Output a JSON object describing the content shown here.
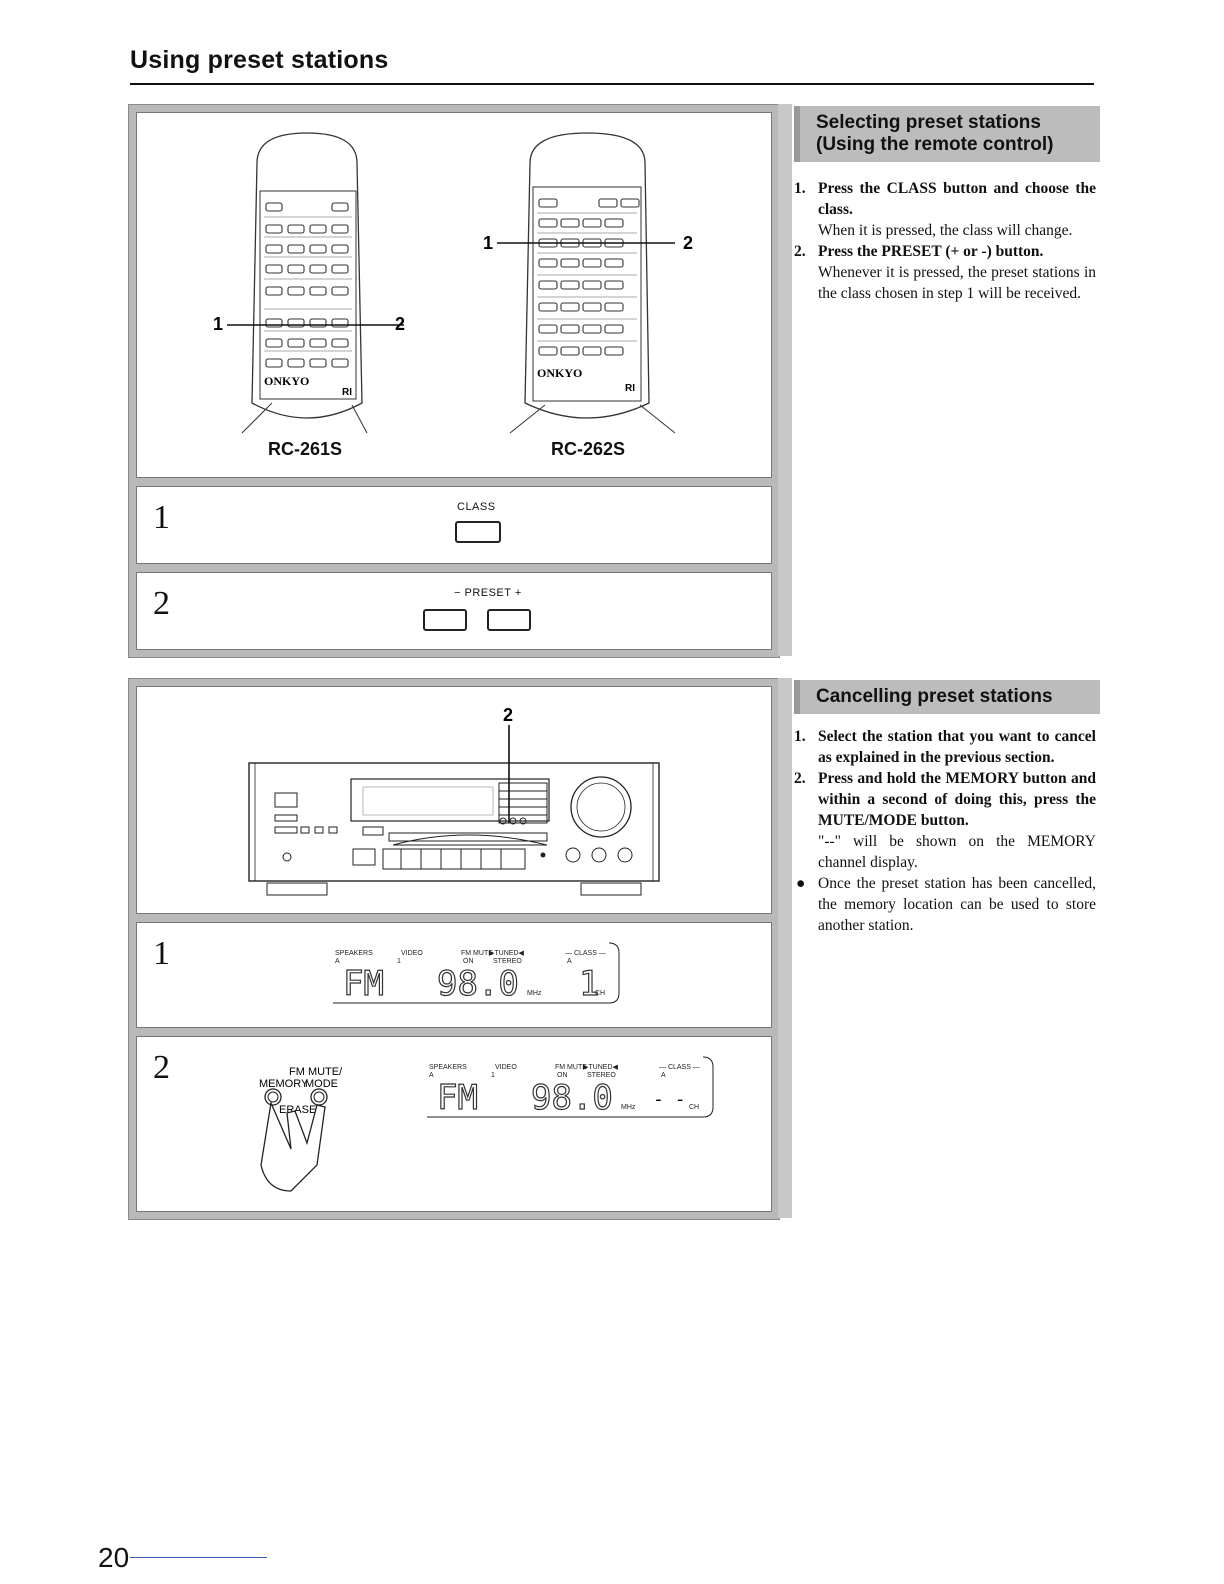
{
  "page": {
    "title": "Using preset stations",
    "number": "20"
  },
  "remotes": {
    "left_model": "RC-261S",
    "right_model": "RC-262S",
    "brand": "ONKYO",
    "callout_1": "1",
    "callout_2": "2",
    "ri": "RI"
  },
  "select_steps": {
    "step1_num": "1",
    "step1_label": "CLASS",
    "step2_num": "2",
    "step2_label": "−  PRESET  +"
  },
  "cancel_steps": {
    "receiver_callout": "2",
    "step1_num": "1",
    "step2_num": "2",
    "button_memory": "MEMORY",
    "button_fm_mute": "FM MUTE/",
    "button_mode": "MODE",
    "button_erase": "ERASE"
  },
  "display": {
    "speakers": "SPEAKERS",
    "speakers_a": "A",
    "video": "VIDEO",
    "video_1": "1",
    "fm_mute": "FM MUTE",
    "on": "ON",
    "tuned": "▶TUNED◀",
    "stereo": "STEREO",
    "class": "— CLASS —",
    "class_a": "A",
    "band": "FM",
    "freq": "98.0",
    "mhz": "MHz",
    "ch": "CH",
    "ch_value_1": "1",
    "ch_value_2": "- -"
  },
  "section_select": {
    "heading_line1": "Selecting preset stations",
    "heading_line2": "(Using the remote control)",
    "step1_num": "1.",
    "step1_lead": "Press the CLASS button and choose the class.",
    "step1_body": "When it is pressed, the class will change.",
    "step2_num": "2.",
    "step2_lead": "Press the PRESET (+ or -) button.",
    "step2_body": "Whenever it is pressed, the preset stations in the class chosen in step 1 will be received."
  },
  "section_cancel": {
    "heading": "Cancelling preset stations",
    "step1_num": "1.",
    "step1_lead": "Select the station that you want to cancel as explained in the previous section.",
    "step2_num": "2.",
    "step2_lead": "Press and hold the MEMORY button and within a second of doing this, press the MUTE/MODE button.",
    "step2_body": "\"--\" will be shown on the MEMORY channel display.",
    "bullet_mark": "●",
    "bullet_text": "Once the preset station has been cancelled, the memory location can be used to store another station."
  }
}
